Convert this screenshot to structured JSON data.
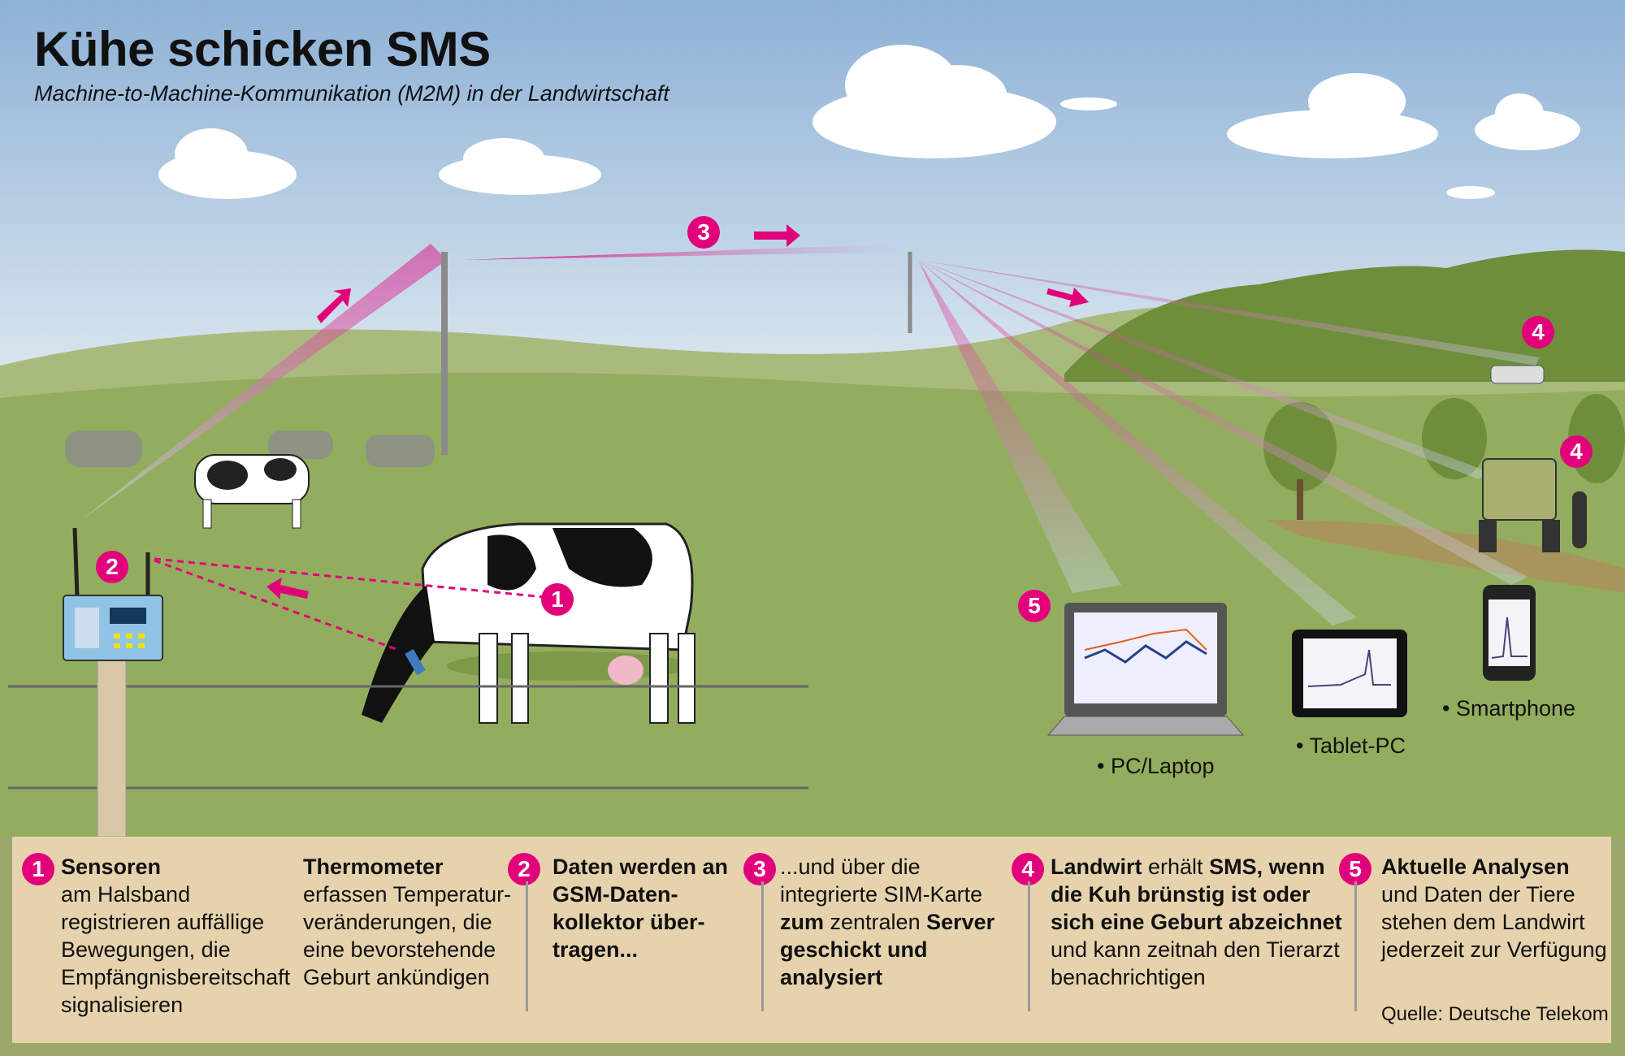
{
  "header": {
    "title": "Kühe schicken SMS",
    "subtitle": "Machine-to-Machine-Kommunikation (M2M) in der Landwirtschaft"
  },
  "markers": [
    "1",
    "2",
    "3",
    "4",
    "5"
  ],
  "devices": {
    "laptop": "• PC/Laptop",
    "tablet": "• Tablet-PC",
    "smartphone": "• Smartphone"
  },
  "steps": [
    {
      "number": "1",
      "title": "Sensoren",
      "text": "am Halsband registrieren auffällige Bewegungen, die Empfängnisbereitschaft signalisieren"
    },
    {
      "title": "Thermometer",
      "text": "erfassen Temperatur-veränderungen, die eine bevorstehende Geburt ankündigen"
    },
    {
      "number": "2",
      "title": "Daten werden an GSM-Daten-kollektor über-tragen..."
    },
    {
      "number": "3",
      "pre": "...und über die integrierte SIM-Karte",
      "bold1": "zum",
      "mid": "zentralen",
      "bold2": "Server geschickt und analysiert"
    },
    {
      "number": "4",
      "bold1": "Landwirt",
      "mid": "erhält",
      "bold2": "SMS, wenn die Kuh brünstig ist oder sich eine Geburt abzeichnet",
      "text": "und kann zeitnah den Tierarzt benachrichtigen"
    },
    {
      "number": "5",
      "title": "Aktuelle Analysen",
      "text": "und Daten der Tiere stehen dem Landwirt jederzeit zur Verfügung"
    }
  ],
  "source": "Quelle: Deutsche Telekom",
  "colors": {
    "accent": "#e2007a",
    "sky": "#8fb3d6",
    "grass": "#93ad5e",
    "panel": "#e6d3ad"
  }
}
